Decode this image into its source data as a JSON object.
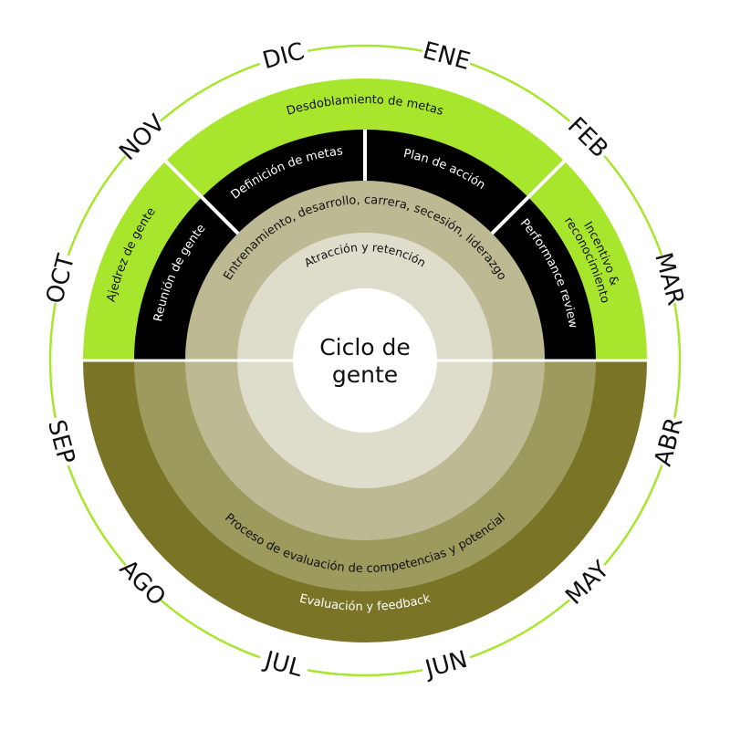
{
  "colors": {
    "lime": "#a8e62e",
    "black": "#000000",
    "khaki": "#bdb993",
    "light": "#dedccb",
    "olive_mid": "#9c9a5c",
    "olive_dark": "#7a7426",
    "divider": "#ffffff",
    "month_ring": "#a8e62e",
    "text_dark": "#111111",
    "text_light": "#ffffff"
  },
  "center": {
    "title_line1": "Ciclo de",
    "title_line2": "gente"
  },
  "months": [
    "ENE",
    "FEB",
    "MAR",
    "ABR",
    "MAY",
    "JUN",
    "JUL",
    "AGO",
    "SEP",
    "OCT",
    "NOV",
    "DIC"
  ],
  "top_half": {
    "outer_ring": {
      "left": "Ajedrez de gente",
      "top": "Desdoblamiento de metas",
      "right_line1": "Incentivo &",
      "right_line2": "reconocimiento"
    },
    "black_ring": {
      "left": "Reunión de gente",
      "top_left": "Definición de metas",
      "top_right": "Plan de acción",
      "right": "Performance review"
    },
    "khaki_ring": "Entrenamiento, desarrollo, carrera, secesión, liderazgo",
    "light_ring": "Atracción y retención"
  },
  "bottom_half": {
    "olive_mid_ring": "Proceso de evaluación de competencias y potencial",
    "olive_dark_ring": "Evaluación y feedback"
  }
}
